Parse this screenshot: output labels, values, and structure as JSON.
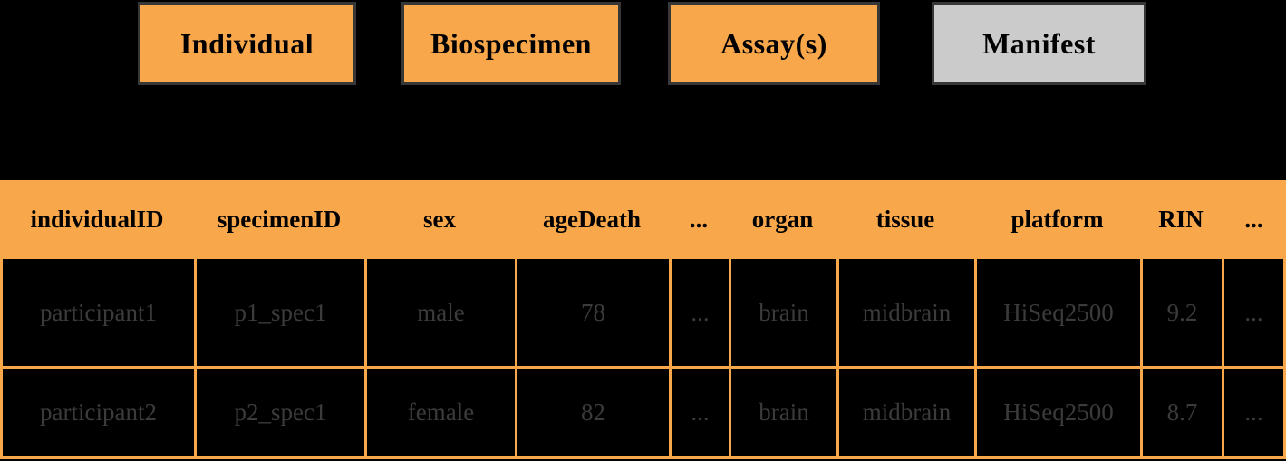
{
  "schema_boxes": [
    {
      "label": "Individual",
      "variant": "orange"
    },
    {
      "label": "Biospecimen",
      "variant": "orange"
    },
    {
      "label": "Assay(s)",
      "variant": "orange"
    },
    {
      "label": "Manifest",
      "variant": "gray"
    }
  ],
  "table": {
    "columns": [
      "individualID",
      "specimenID",
      "sex",
      "ageDeath",
      "...",
      "organ",
      "tissue",
      "platform",
      "RIN",
      "..."
    ],
    "rows": [
      [
        "participant1",
        "p1_spec1",
        "male",
        "78",
        "...",
        "brain",
        "midbrain",
        "HiSeq2500",
        "9.2",
        "..."
      ],
      [
        "participant2",
        "p2_spec1",
        "female",
        "82",
        "...",
        "brain",
        "midbrain",
        "HiSeq2500",
        "8.7",
        "..."
      ]
    ]
  },
  "colors": {
    "background": "#000000",
    "orange": "#F9A74B",
    "gray_box": "#CBCBCB",
    "box_border": "#373737",
    "box_text": "#000000",
    "header_text": "#000000",
    "body_text": "#3B3B3B"
  }
}
